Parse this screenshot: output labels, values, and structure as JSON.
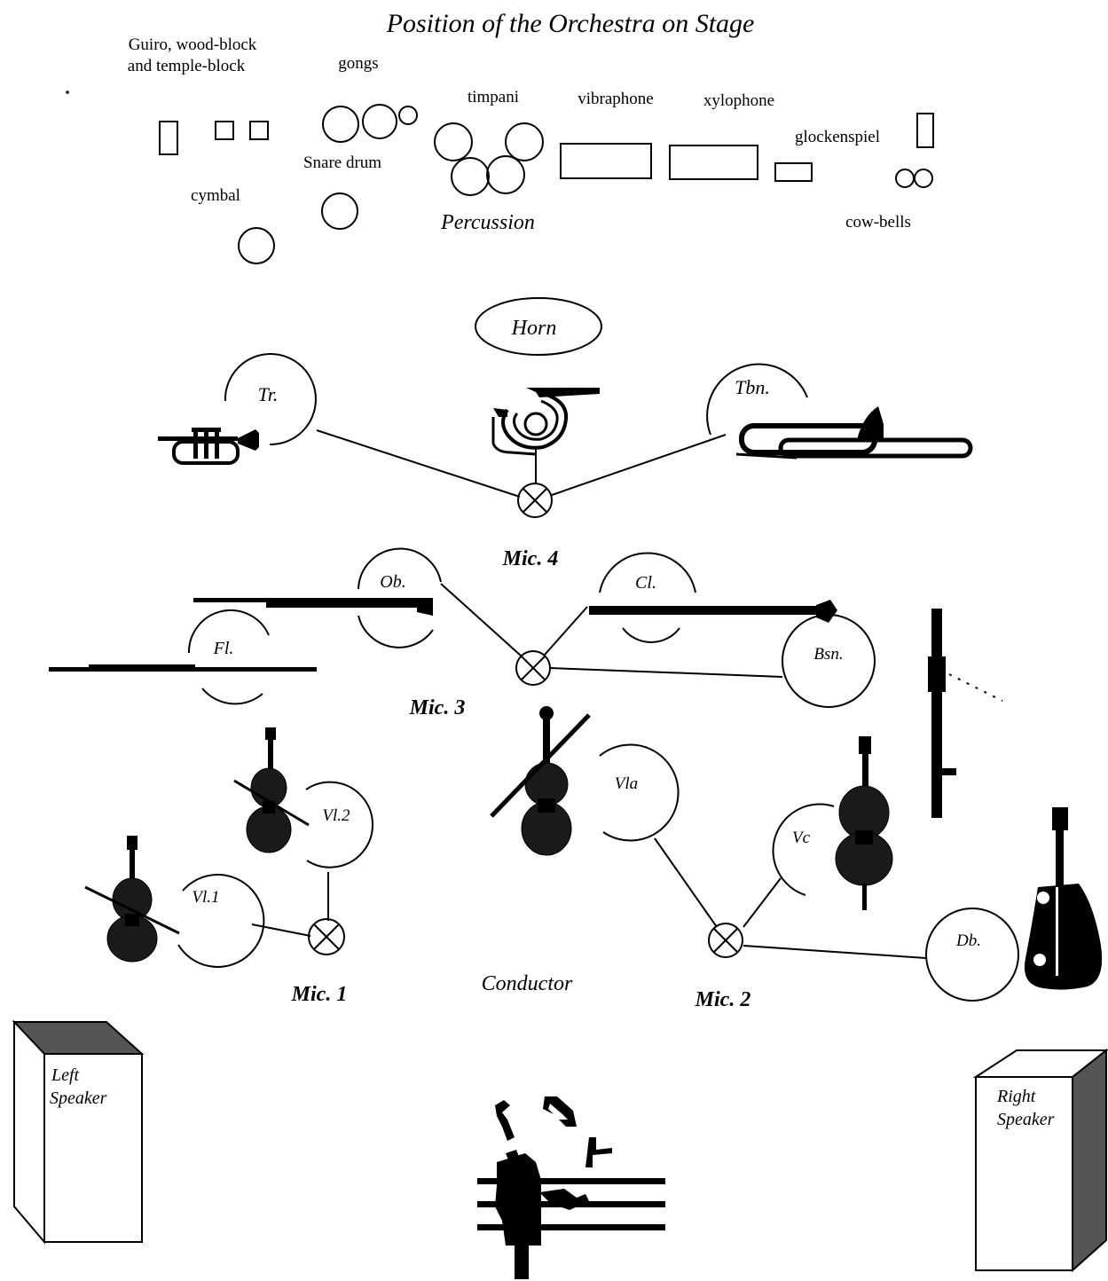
{
  "title": "Position of the Orchestra on Stage",
  "percussion": {
    "section_label": "Percussion",
    "guiro_label_line1": "Guiro, wood-block",
    "guiro_label_line2": "and temple-block",
    "gongs": "gongs",
    "snare_drum": "Snare drum",
    "cymbal": "cymbal",
    "timpani": "timpani",
    "vibraphone": "vibraphone",
    "xylophone": "xylophone",
    "glockenspiel": "glockenspiel",
    "cow_bells": "cow-bells"
  },
  "brass": {
    "horn": "Horn",
    "trumpet": "Tr.",
    "trombone": "Tbn."
  },
  "woodwinds": {
    "oboe": "Ob.",
    "clarinet": "Cl.",
    "flute": "Fl.",
    "bassoon": "Bsn."
  },
  "strings": {
    "violin2": "Vl.2",
    "violin1": "Vl.1",
    "viola": "Vla",
    "cello": "Vc",
    "double_bass": "Db."
  },
  "mics": {
    "mic4": "Mic. 4",
    "mic3": "Mic. 3",
    "mic1": "Mic. 1",
    "mic2": "Mic. 2"
  },
  "conductor": "Conductor",
  "speakers": {
    "left_line1": "Left",
    "left_line2": "Speaker",
    "right_line1": "Right",
    "right_line2": "Speaker"
  }
}
